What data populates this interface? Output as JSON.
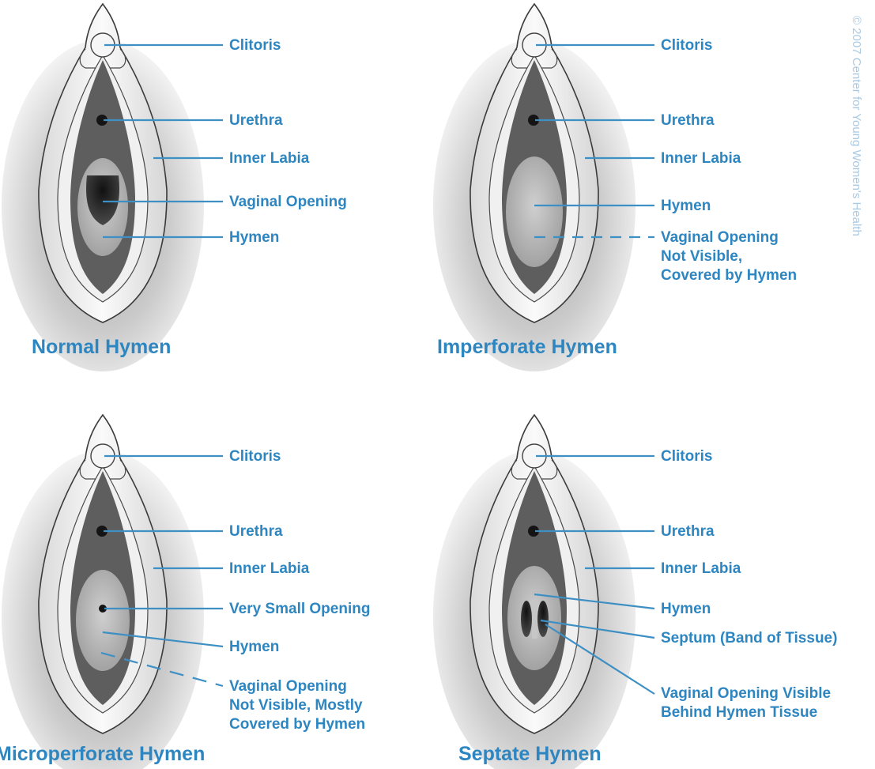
{
  "copyright": "© 2007 Center for Young Women's Health",
  "panels": [
    {
      "title": "Normal Hymen",
      "labels": {
        "clitoris": "Clitoris",
        "urethra": "Urethra",
        "inner_labia": "Inner Labia",
        "vaginal_opening": "Vaginal Opening",
        "hymen": "Hymen"
      }
    },
    {
      "title": "Imperforate Hymen",
      "labels": {
        "clitoris": "Clitoris",
        "urethra": "Urethra",
        "inner_labia": "Inner Labia",
        "hymen": "Hymen",
        "vaginal_opening_lines": [
          "Vaginal Opening",
          "Not Visible,",
          "Covered by Hymen"
        ]
      }
    },
    {
      "title": "Microperforate Hymen",
      "labels": {
        "clitoris": "Clitoris",
        "urethra": "Urethra",
        "inner_labia": "Inner Labia",
        "small_opening": "Very Small Opening",
        "hymen": "Hymen",
        "vaginal_opening_lines": [
          "Vaginal Opening",
          "Not Visible, Mostly",
          "Covered by Hymen"
        ]
      }
    },
    {
      "title": "Septate Hymen",
      "labels": {
        "clitoris": "Clitoris",
        "urethra": "Urethra",
        "inner_labia": "Inner Labia",
        "hymen": "Hymen",
        "septum": "Septum (Band of Tissue)",
        "vaginal_opening_lines": [
          "Vaginal Opening Visible",
          "Behind Hymen Tissue"
        ]
      }
    }
  ],
  "colors": {
    "label": "#2e86c1",
    "leader_line": "#3d8fc4",
    "outer_tissue": "#cfcfcf",
    "inner_labia": "#ececec",
    "inner_area": "#5e5e5e",
    "hymen_tissue": "#bdbdbd",
    "copyright": "#a9c9e2"
  }
}
